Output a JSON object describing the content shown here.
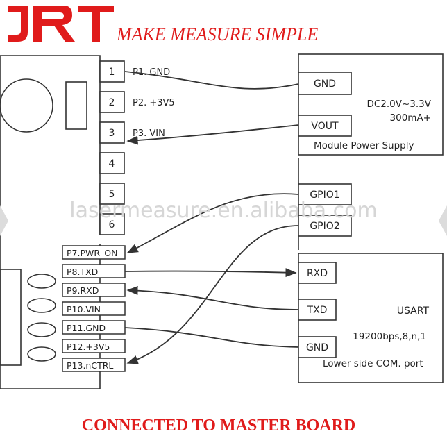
{
  "brand": {
    "logo_text": "JRT",
    "tagline": "MAKE MEASURE SIMPLE"
  },
  "watermark": "lasermeasure.en.alibaba.com",
  "sensor": {
    "top_pins": [
      {
        "num": "1",
        "label": "P1. GND"
      },
      {
        "num": "2",
        "label": "P2. +3V5"
      },
      {
        "num": "3",
        "label": "P3. VIN"
      },
      {
        "num": "4",
        "label": ""
      },
      {
        "num": "5",
        "label": ""
      },
      {
        "num": "6",
        "label": ""
      }
    ],
    "bottom_pins": [
      "P7.PWR_ON",
      "P8.TXD",
      "P9.RXD",
      "P10.VIN",
      "P11.GND",
      "P12.+3V5",
      "P13.nCTRL"
    ]
  },
  "power_supply": {
    "pin_gnd": "GND",
    "pin_vout": "VOUT",
    "voltage": "DC2.0V~3.3V",
    "current": "300mA+",
    "title": "Module Power Supply"
  },
  "gpio": {
    "gpio1": "GPIO1",
    "gpio2": "GPIO2"
  },
  "usart": {
    "rxd": "RXD",
    "txd": "TXD",
    "gnd": "GND",
    "title": "USART",
    "params": "19200bps,8,n,1",
    "subtitle": "Lower side COM. port"
  },
  "footer": "CONNECTED TO MASTER BOARD",
  "colors": {
    "brand_red": "#e01b1b",
    "line": "#333333",
    "watermark": "#d6d6d6"
  }
}
